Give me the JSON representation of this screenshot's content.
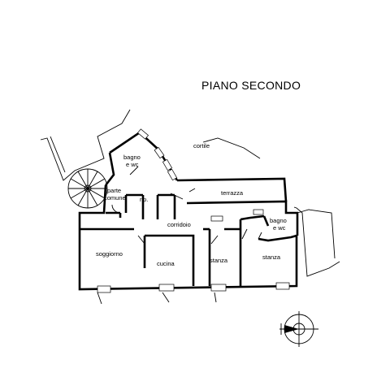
{
  "title": "PIANO SECONDO",
  "rooms": {
    "cortile": "cortile",
    "bagno_wc_1": [
      "bagno",
      "e wc"
    ],
    "parte_comune": [
      "parte",
      "comune"
    ],
    "rip": "rip.",
    "terrazza": "terrazza",
    "corridoio": "corridoio",
    "bagno_wc_2": [
      "bagno",
      "e wc"
    ],
    "soggiorno": "soggiorno",
    "cucina": "cucina",
    "stanza_1": "stanza",
    "stanza_2": "stanza"
  },
  "north_arrow": "compass-icon"
}
